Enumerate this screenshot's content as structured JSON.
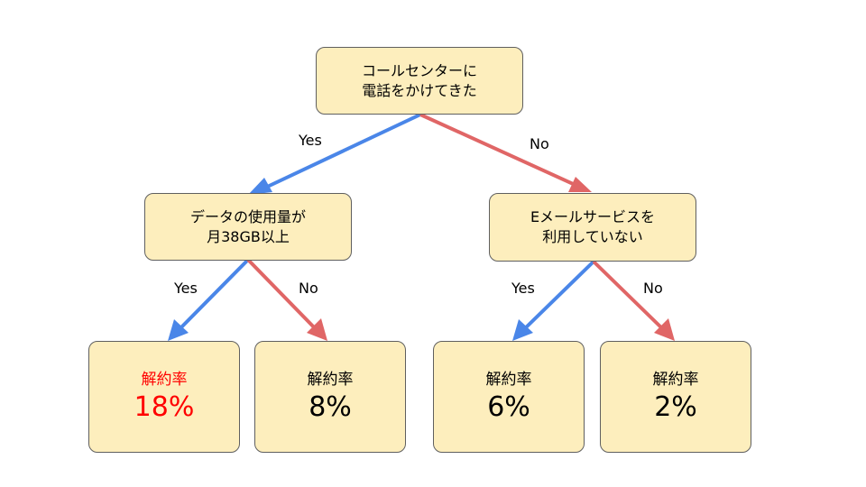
{
  "colors": {
    "yes": "#4a86e8",
    "no": "#e06666",
    "node_fill": "#fdeebd",
    "node_border": "#5f5f5f",
    "highlight": "#ff0000"
  },
  "root": {
    "line1": "コールセンターに",
    "line2": "電話をかけてきた"
  },
  "edges": {
    "root_yes": "Yes",
    "root_no": "No",
    "left_yes": "Yes",
    "left_no": "No",
    "right_yes": "Yes",
    "right_no": "No"
  },
  "left": {
    "line1": "データの使用量が",
    "line2": "月38GB以上"
  },
  "right": {
    "line1": "Eメールサービスを",
    "line2": "利用していない"
  },
  "leaves": [
    {
      "label": "解約率",
      "value": "18%",
      "highlight": true
    },
    {
      "label": "解約率",
      "value": "8%",
      "highlight": false
    },
    {
      "label": "解約率",
      "value": "6%",
      "highlight": false
    },
    {
      "label": "解約率",
      "value": "2%",
      "highlight": false
    }
  ]
}
